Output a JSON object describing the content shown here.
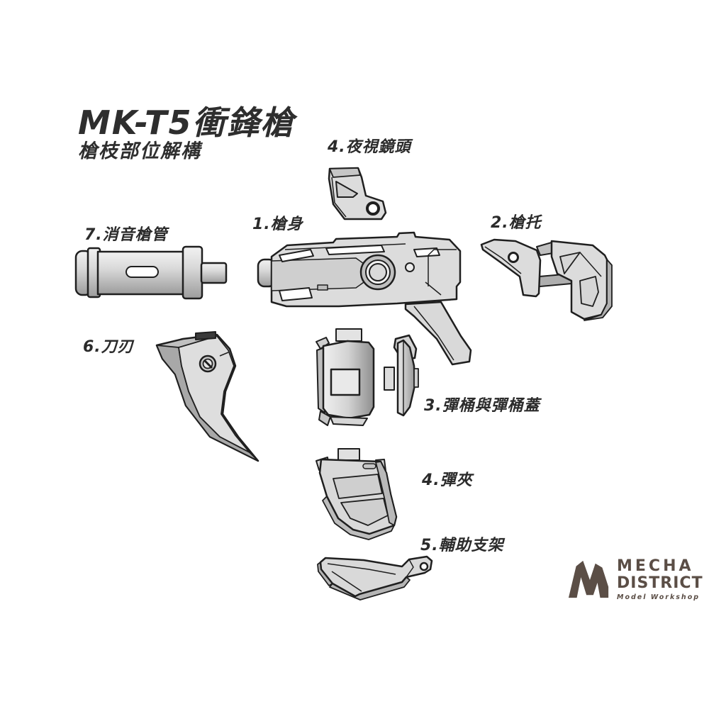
{
  "header": {
    "title": "MK-T5衝鋒槍",
    "subtitle": "槍枝部位解構"
  },
  "labels": {
    "body": "1.槍身",
    "stock": "2.槍托",
    "drum": "3.彈桶與彈桶蓋",
    "scope": "4.夜視鏡頭",
    "magazine": "4.彈夾",
    "bracket": "5.輔助支架",
    "blade": "6.刀刃",
    "barrel": "7.消音槍管"
  },
  "logo": {
    "line1": "MECHA",
    "line2": "DISTRICT",
    "line3": "Model Workshop"
  },
  "colors": {
    "ink": "#1f1f1f",
    "part_fill_light": "#dcdcdc",
    "part_fill_mid": "#c0c0c0",
    "part_fill_dark": "#a2a2a2",
    "logo_brown": "#5b4e46",
    "background": "#ffffff"
  }
}
